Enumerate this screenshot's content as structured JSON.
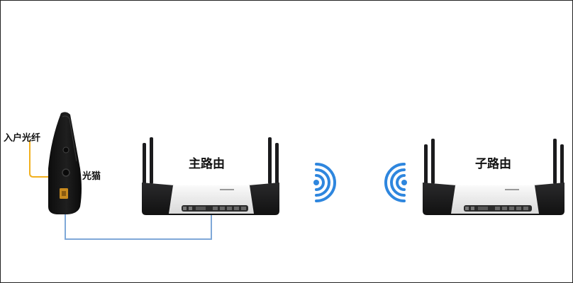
{
  "labels": {
    "fiber_in": "入户光纤",
    "modem": "光猫",
    "main_router": "主路由",
    "sub_router": "子路由"
  },
  "icons": {
    "wifi_left": "wifi-signal-right-icon",
    "wifi_right": "wifi-signal-left-icon"
  },
  "colors": {
    "fiber_cable": "#f2b01e",
    "ethernet_cable": "#7fa8d8",
    "wifi": "#2e86de",
    "router_body": "#1b1b1d",
    "router_panel": "#f2f2f2"
  }
}
